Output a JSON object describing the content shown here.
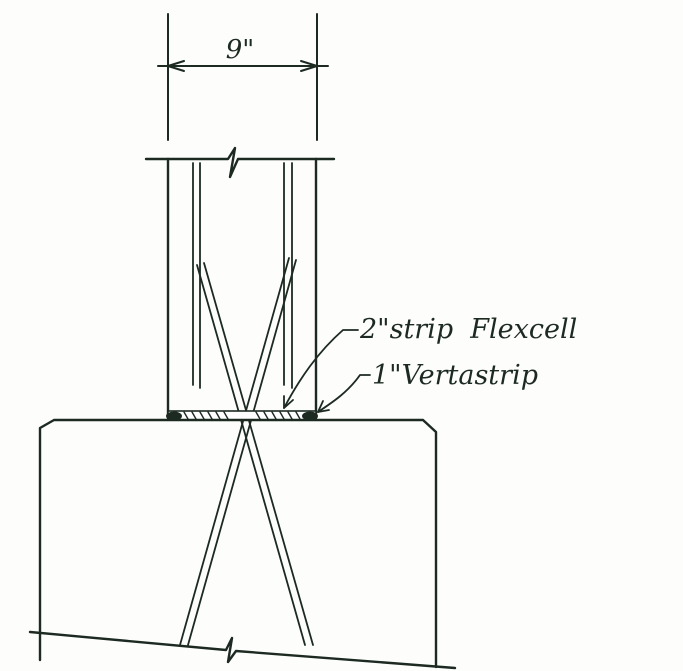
{
  "drawing": {
    "dimension_label": "9\"",
    "labels": {
      "flexcell": "2\"strip  Flexcell",
      "vertastrip": "1\"Vertastrip"
    },
    "ink_color": "#1c2a22"
  }
}
